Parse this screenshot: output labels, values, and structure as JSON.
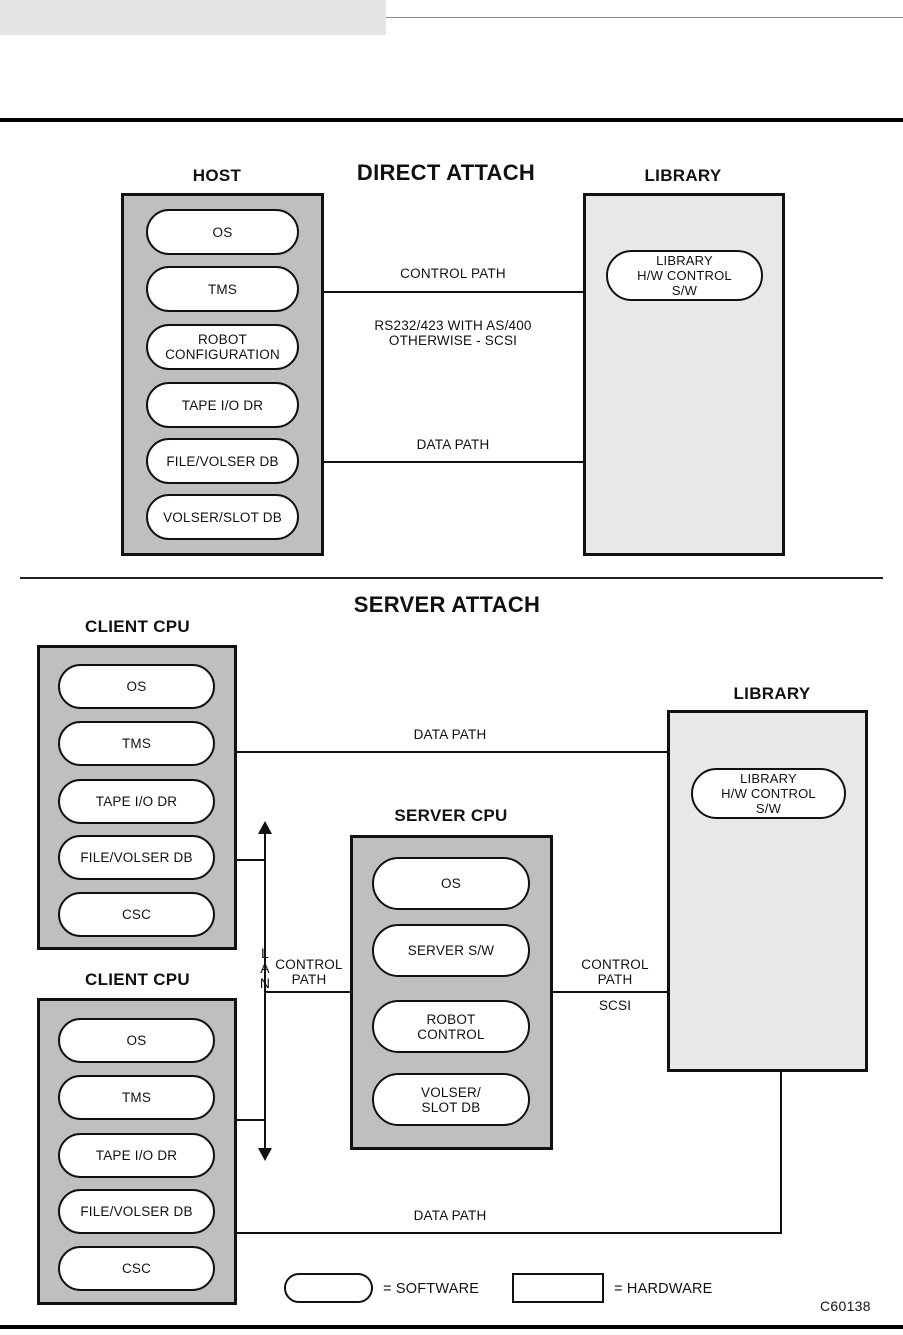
{
  "page": {
    "figure_id": "C60138"
  },
  "sections": {
    "direct_attach": {
      "title": "DIRECT ATTACH",
      "host": {
        "title": "HOST",
        "components": [
          "OS",
          "TMS",
          "ROBOT\nCONFIGURATION",
          "TAPE I/O DR",
          "FILE/VOLSER DB",
          "VOLSER/SLOT DB"
        ]
      },
      "library": {
        "title": "LIBRARY",
        "components": [
          "LIBRARY\nH/W CONTROL\nS/W"
        ]
      },
      "paths": {
        "control_path": "CONTROL PATH",
        "control_path_note": "RS232/423 WITH AS/400\nOTHERWISE - SCSI",
        "data_path": "DATA PATH"
      }
    },
    "server_attach": {
      "title": "SERVER ATTACH",
      "client_cpu_top": {
        "title": "CLIENT CPU",
        "components": [
          "OS",
          "TMS",
          "TAPE I/O DR",
          "FILE/VOLSER DB",
          "CSC"
        ]
      },
      "client_cpu_bottom": {
        "title": "CLIENT CPU",
        "components": [
          "OS",
          "TMS",
          "TAPE I/O DR",
          "FILE/VOLSER DB",
          "CSC"
        ]
      },
      "server_cpu": {
        "title": "SERVER CPU",
        "components": [
          "OS",
          "SERVER S/W",
          "ROBOT\nCONTROL",
          "VOLSER/\nSLOT DB"
        ]
      },
      "library": {
        "title": "LIBRARY",
        "components": [
          "LIBRARY\nH/W CONTROL\nS/W"
        ]
      },
      "paths": {
        "data_path_top": "DATA PATH",
        "data_path_bottom": "DATA PATH",
        "lan_label": "L\nA\nN",
        "control_path_left": "CONTROL\nPATH",
        "control_path_right": "CONTROL\nPATH",
        "scsi_note": "SCSI"
      }
    }
  },
  "legend": {
    "software_equals": "=  SOFTWARE",
    "hardware_equals": "=  HARDWARE"
  }
}
